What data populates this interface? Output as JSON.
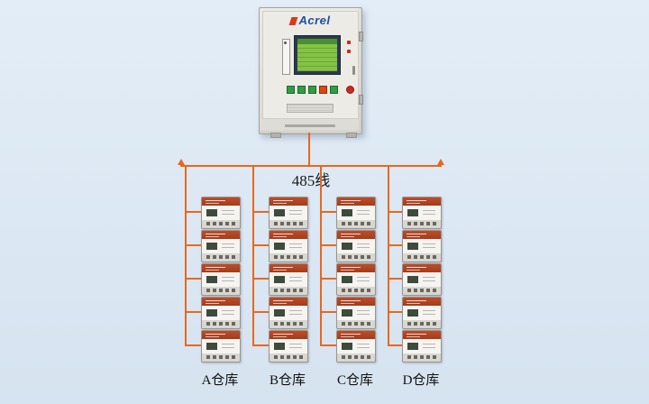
{
  "scene": {
    "background_top": "#e3edf7",
    "background_bottom": "#d6e3f0"
  },
  "panel": {
    "brand": "Acrel",
    "screen_color": "#84c344"
  },
  "bus": {
    "label": "485线",
    "color": "#e8681c"
  },
  "columns": [
    {
      "id": "A",
      "label": "A仓库",
      "device_count": 5
    },
    {
      "id": "B",
      "label": "B仓库",
      "device_count": 5
    },
    {
      "id": "C",
      "label": "C仓库",
      "device_count": 5
    },
    {
      "id": "D",
      "label": "D仓库",
      "device_count": 5
    }
  ]
}
